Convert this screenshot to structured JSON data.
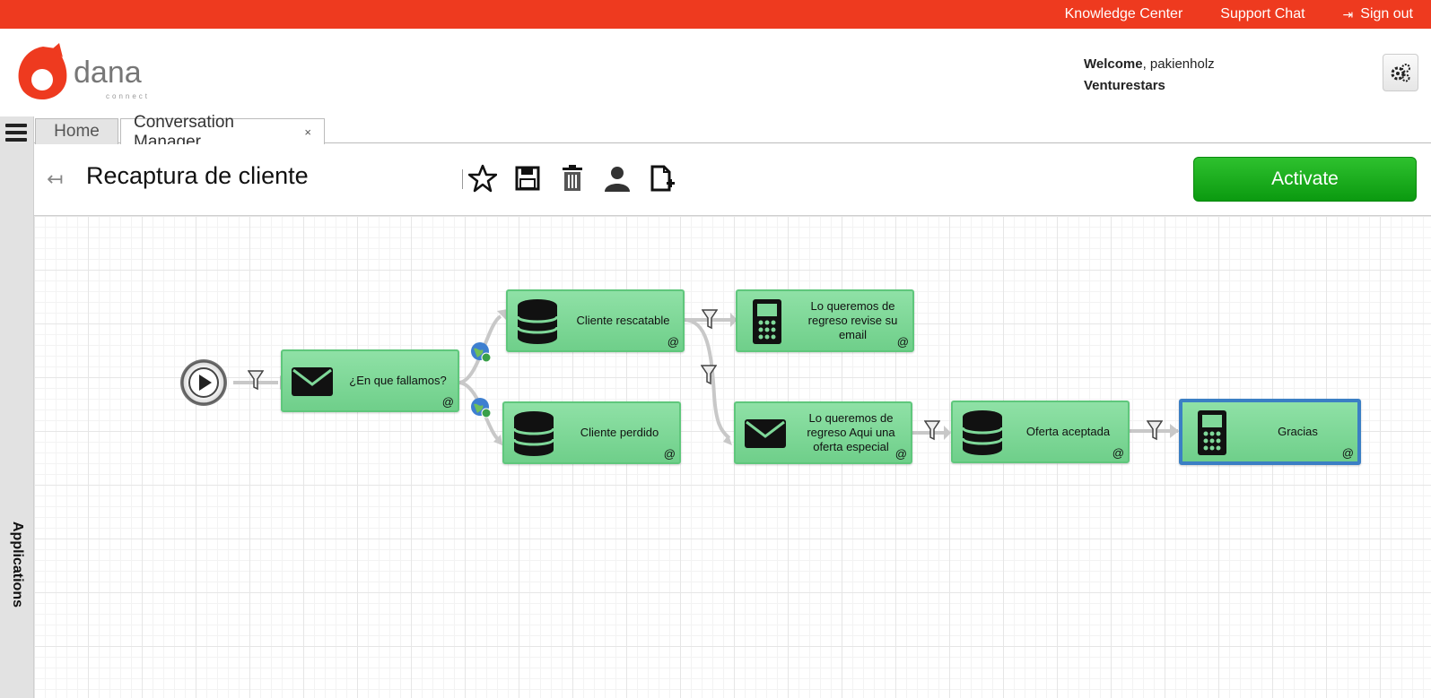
{
  "topbar": {
    "links": [
      "Knowledge Center",
      "Support Chat",
      "Sign out"
    ],
    "accent": "#ee3a1f"
  },
  "header": {
    "logo_text": "dana",
    "logo_sub": "connect",
    "welcome_label": "Welcome",
    "username": ", pakienholz",
    "company": "Venturestars"
  },
  "rail": {
    "label": "Applications"
  },
  "tabs": [
    {
      "label": "Home"
    },
    {
      "label": "Conversation Manager",
      "close": "×"
    }
  ],
  "toolbar": {
    "title": "Recaptura de cliente",
    "back_icon": "↤",
    "icons": [
      "star-icon",
      "save-icon",
      "trash-icon",
      "user-icon",
      "new-file-icon"
    ],
    "activate_label": "Activate"
  },
  "flow": {
    "nodes": [
      {
        "id": "n1",
        "type": "email",
        "label": "¿En que fallamos?"
      },
      {
        "id": "n2",
        "type": "database",
        "label": "Cliente rescatable"
      },
      {
        "id": "n3",
        "type": "database",
        "label": "Cliente perdido"
      },
      {
        "id": "n4",
        "type": "sms",
        "label": "Lo queremos de regreso revise su email"
      },
      {
        "id": "n5",
        "type": "email",
        "label": "Lo queremos de regreso Aqui una oferta especial"
      },
      {
        "id": "n6",
        "type": "database",
        "label": "Oferta aceptada"
      },
      {
        "id": "n7",
        "type": "sms",
        "label": "Gracias",
        "selected": true
      }
    ],
    "link_icon": "@",
    "node_color": "#7fd899",
    "selected_border": "#3b7fc4"
  }
}
